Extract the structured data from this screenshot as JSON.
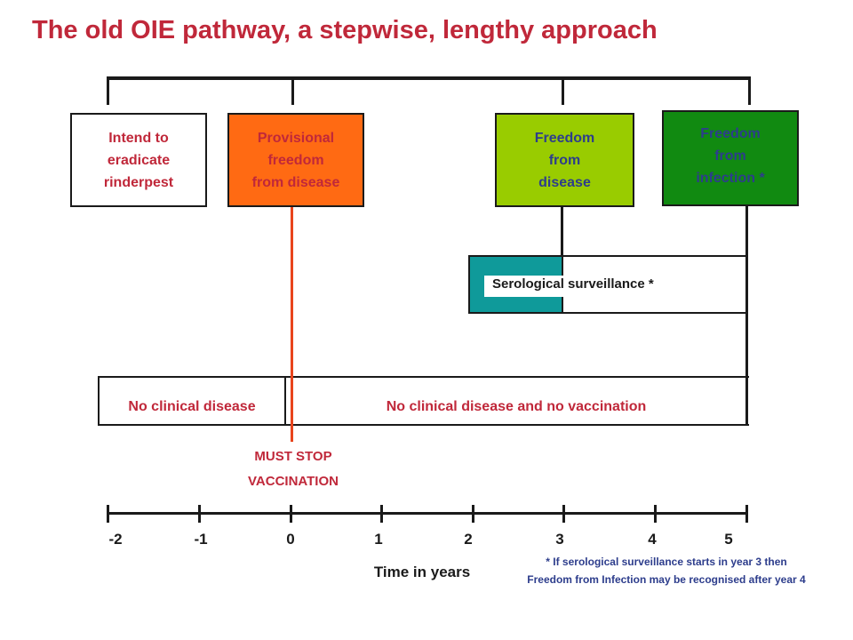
{
  "title": "The old OIE pathway, a stepwise, lengthy approach",
  "stages": {
    "intend": "Intend to\neradicate\nrinderpest",
    "provisional": "Provisional\nfreedom\nfrom disease",
    "freedom_disease": "Freedom\nfrom\ndisease",
    "freedom_infection": "Freedom\nfrom\ninfection *"
  },
  "serological_surveillance": "Serological surveillance *",
  "bands": {
    "no_clinical": "No clinical disease",
    "no_clinical_no_vacc": "No clinical disease and no vaccination"
  },
  "must_stop": {
    "line1": "MUST STOP",
    "line2": "VACCINATION"
  },
  "axis": {
    "label": "Time in years",
    "ticks": [
      "-2",
      "-1",
      "0",
      "1",
      "2",
      "3",
      "4",
      "5"
    ]
  },
  "footnote": "* If serological surveillance starts in year 3 then Freedom from Infection may be recognised after year 4",
  "colors": {
    "title": "#c0283a",
    "provisional": "#ff6a13",
    "freedom_disease": "#99cc00",
    "freedom_infection": "#118a11",
    "serology": "#0f9a9a",
    "must_stop_line": "#e8441c",
    "footnote": "#2d3d8c"
  }
}
